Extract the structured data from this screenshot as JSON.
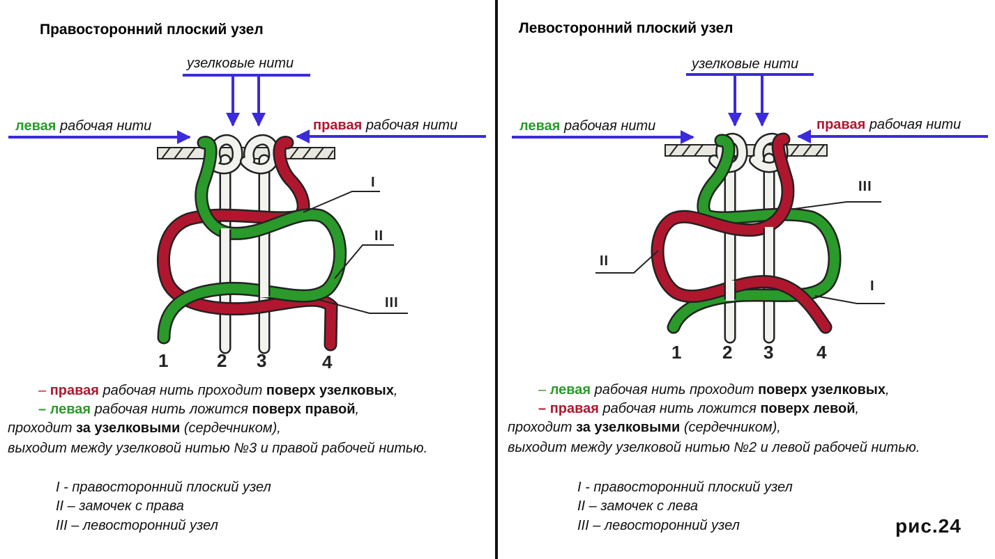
{
  "colors": {
    "green": "#2a9a2a",
    "red": "#b0172e",
    "arrow": "#3b2bdc",
    "core": "#f2f2ee"
  },
  "left": {
    "title": "Правосторонний плоский узел",
    "core_threads_label": "узелковые нити",
    "left_working": {
      "kw": "левая",
      "rest": "рабочая нити"
    },
    "right_working": {
      "kw": "правая",
      "rest": "рабочая нити"
    },
    "numbers": [
      "1",
      "2",
      "3",
      "4"
    ],
    "roman": [
      "I",
      "II",
      "III"
    ],
    "desc": {
      "l1_dash": "–",
      "l1_kw": "правая",
      "l1_mid": "рабочая нить проходит",
      "l1_bold": "поверх узелковых",
      "l1_end": ",",
      "l2_dash": "–",
      "l2_kw": "левая",
      "l2_mid": "рабочая нить ложится",
      "l2_bold": "поверх правой",
      "l2_end": ",",
      "l3_a": "проходит",
      "l3_bold": "за узелковыми",
      "l3_b": "(сердечником),",
      "l4": "выходит между узелковой нитью №3 и правой рабочей нитью."
    },
    "legend": [
      "I  - правосторонний плоский узел",
      "II – замочек  с права",
      "III – левосторонний узел"
    ]
  },
  "right": {
    "title": "Левосторонний плоский узел",
    "core_threads_label": "узелковые нити",
    "left_working": {
      "kw": "левая",
      "rest": "рабочая нити"
    },
    "right_working": {
      "kw": "правая",
      "rest": "рабочая нити"
    },
    "numbers": [
      "1",
      "2",
      "3",
      "4"
    ],
    "roman": [
      "III",
      "II",
      "I"
    ],
    "desc": {
      "l1_dash": "–",
      "l1_kw": "левая",
      "l1_mid": "рабочая нить проходит",
      "l1_bold": "поверх узелковых",
      "l1_end": ",",
      "l2_dash": "–",
      "l2_kw": "правая",
      "l2_mid": "рабочая нить ложится",
      "l2_bold": "поверх левой",
      "l2_end": ",",
      "l3_a": "проходит",
      "l3_bold": "за узелковыми",
      "l3_b": "(сердечником),",
      "l4": "выходит между узелковой нитью №2 и левой рабочей нитью."
    },
    "legend": [
      "I  - правосторонний плоский узел",
      "II – замочек  с лева",
      "III – левосторонний узел"
    ]
  },
  "figure_label": "рис.24"
}
